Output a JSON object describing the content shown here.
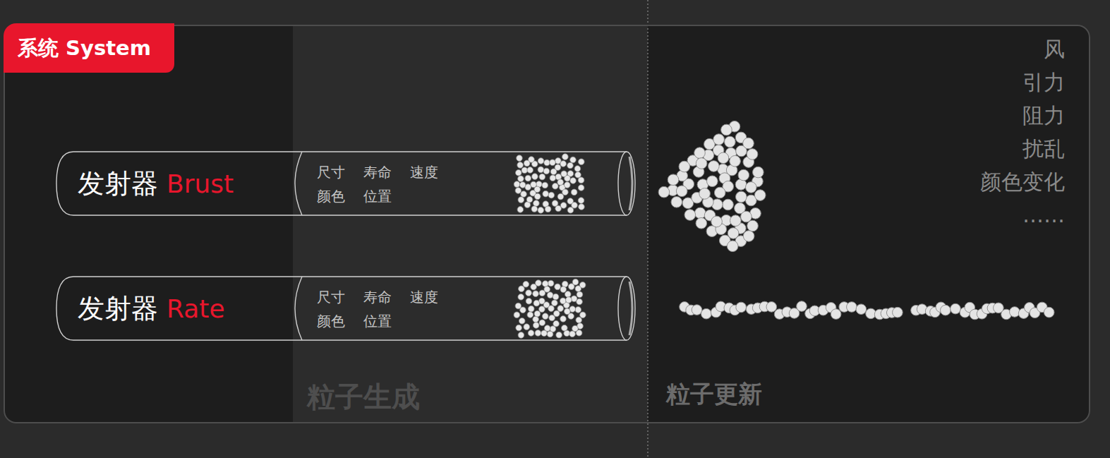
{
  "diagram": {
    "nodes": [
      {
        "text": [
          "系统 System"
        ]
      },
      {
        "text": [
          "发射器",
          "Brust",
          "尺寸",
          "寿命",
          "速度",
          "颜色",
          "位置"
        ],
        "in": 0
      },
      {
        "text": [
          "发射器",
          "Rate",
          "尺寸",
          "寿命",
          "速度",
          "颜色",
          "位置"
        ],
        "in": 0
      },
      {
        "text": [
          "粒子生成"
        ],
        "in": 0
      },
      {
        "text": [
          "粒子更新"
        ],
        "in": 0
      }
    ],
    "labels": [
      "风",
      "引力",
      "阻力",
      "扰乱",
      "颜色变化",
      "……"
    ]
  }
}
